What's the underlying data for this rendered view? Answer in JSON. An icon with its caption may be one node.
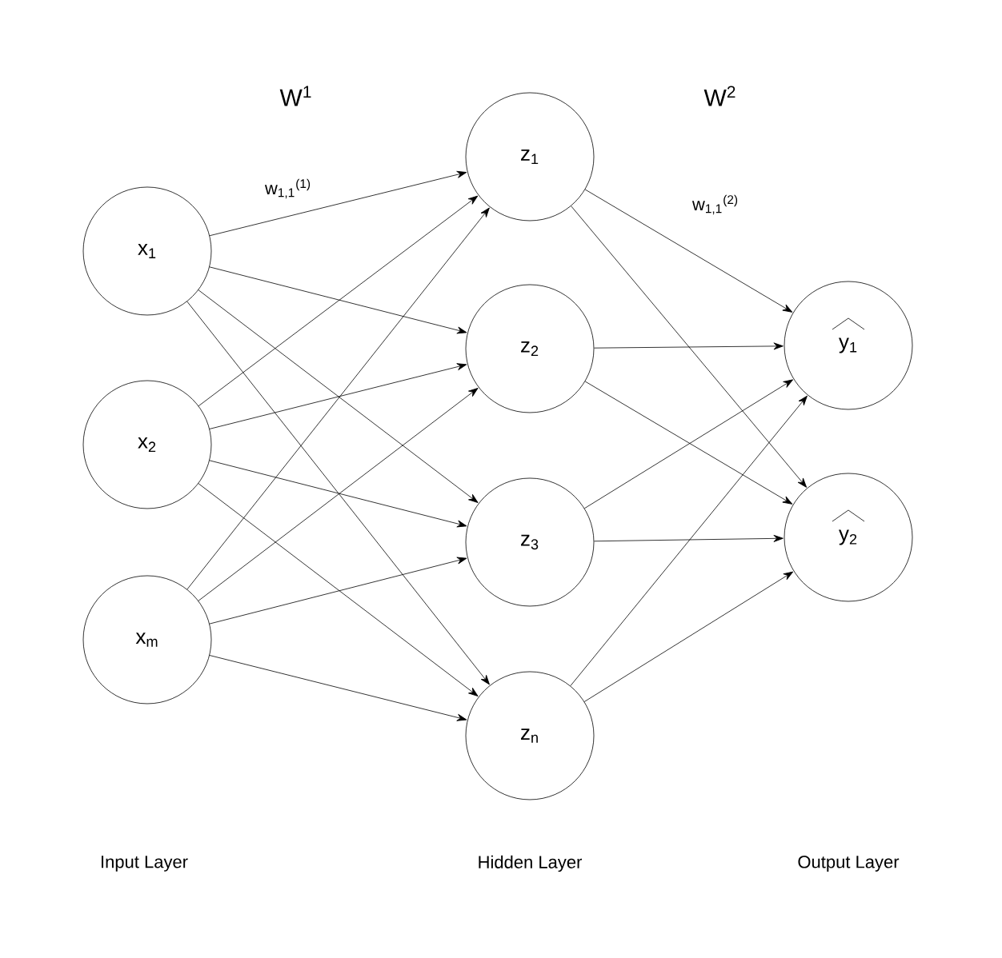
{
  "diagram": {
    "nodes": [
      {
        "text": [
          "x$_{1}$"
        ]
      },
      {
        "text": [
          "x$_{2}$"
        ]
      },
      {
        "text": [
          "x$_{m}$"
        ]
      },
      {
        "text": [
          "z$_{1}$"
        ]
      },
      {
        "text": [
          "z$_{2}$"
        ]
      },
      {
        "text": [
          "z$_{3}$"
        ]
      },
      {
        "text": [
          "z$_{n}$"
        ]
      },
      {
        "text": [
          "y$_{1}$"
        ]
      },
      {
        "text": [
          "y$_{2}$"
        ]
      }
    ],
    "edges": [
      {
        "from": 0,
        "to": 3,
        "arrow": "to",
        "label": "w$_{1,1}$$^{(1)}$"
      },
      {
        "from": 0,
        "to": 4,
        "arrow": "to"
      },
      {
        "from": 0,
        "to": 5,
        "arrow": "to"
      },
      {
        "from": 0,
        "to": 6,
        "arrow": "to"
      },
      {
        "from": 1,
        "to": 3,
        "arrow": "to"
      },
      {
        "from": 1,
        "to": 4,
        "arrow": "to"
      },
      {
        "from": 1,
        "to": 5,
        "arrow": "to"
      },
      {
        "from": 1,
        "to": 6,
        "arrow": "to"
      },
      {
        "from": 2,
        "to": 3,
        "arrow": "to"
      },
      {
        "from": 2,
        "to": 4,
        "arrow": "to"
      },
      {
        "from": 2,
        "to": 5,
        "arrow": "to"
      },
      {
        "from": 2,
        "to": 6,
        "arrow": "to"
      },
      {
        "from": 3,
        "to": 7,
        "arrow": "to",
        "label": "w$_{1,1}$$^{(2)}$"
      },
      {
        "from": 3,
        "to": 8,
        "arrow": "to"
      },
      {
        "from": 4,
        "to": 7,
        "arrow": "to"
      },
      {
        "from": 4,
        "to": 8,
        "arrow": "to"
      },
      {
        "from": 5,
        "to": 7,
        "arrow": "to"
      },
      {
        "from": 5,
        "to": 8,
        "arrow": "to"
      },
      {
        "from": 6,
        "to": 7,
        "arrow": "to"
      },
      {
        "from": 6,
        "to": 8,
        "arrow": "to"
      }
    ],
    "labels": [
      "W$^{1}$",
      "W$^{2}$",
      "Input Layer",
      "Hidden Layer",
      "Output Layer"
    ]
  }
}
